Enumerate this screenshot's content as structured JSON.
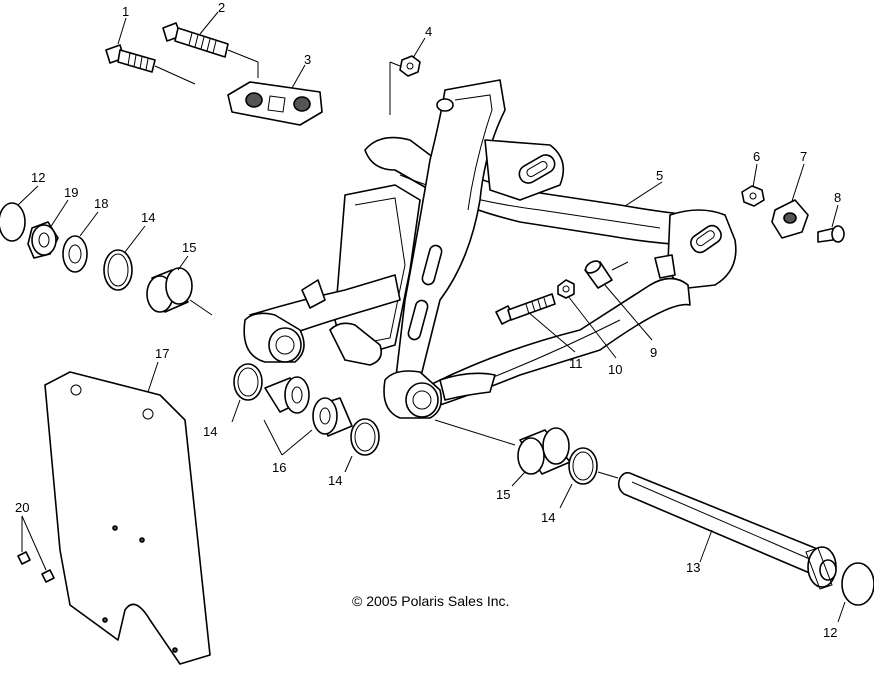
{
  "copyright": "© 2005 Polaris Sales Inc.",
  "callouts": {
    "c1": "1",
    "c2": "2",
    "c3": "3",
    "c4": "4",
    "c5": "5",
    "c6": "6",
    "c7": "7",
    "c8": "8",
    "c9": "9",
    "c10": "10",
    "c11": "11",
    "c12a": "12",
    "c12b": "12",
    "c13": "13",
    "c14a": "14",
    "c14b": "14",
    "c14c": "14",
    "c14d": "14",
    "c15a": "15",
    "c15b": "15",
    "c16": "16",
    "c17": "17",
    "c18": "18",
    "c19": "19",
    "c20": "20"
  }
}
